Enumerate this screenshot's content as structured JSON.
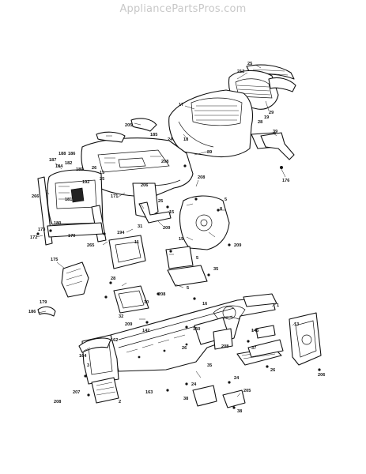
{
  "watermark": "AppliancePartsPros.com",
  "callouts": [
    {
      "id": "c25",
      "label": "25"
    },
    {
      "id": "c212",
      "label": "212"
    },
    {
      "id": "c17",
      "label": "17"
    },
    {
      "id": "c29",
      "label": "29"
    },
    {
      "id": "c19",
      "label": "19"
    },
    {
      "id": "c28",
      "label": "28"
    },
    {
      "id": "c39",
      "label": "39"
    },
    {
      "id": "c176",
      "label": "176"
    },
    {
      "id": "c18",
      "label": "18"
    },
    {
      "id": "c89",
      "label": "89"
    },
    {
      "id": "c205",
      "label": "205"
    },
    {
      "id": "c185",
      "label": "185"
    },
    {
      "id": "c24a",
      "label": "24"
    },
    {
      "id": "c188",
      "label": "188"
    },
    {
      "id": "c186",
      "label": "186"
    },
    {
      "id": "c187",
      "label": "187"
    },
    {
      "id": "c184",
      "label": "184"
    },
    {
      "id": "c182",
      "label": "182"
    },
    {
      "id": "c189",
      "label": "189"
    },
    {
      "id": "c26",
      "label": "26"
    },
    {
      "id": "c15a",
      "label": "15"
    },
    {
      "id": "c208a",
      "label": "208"
    },
    {
      "id": "c192",
      "label": "192"
    },
    {
      "id": "c25b",
      "label": "25"
    },
    {
      "id": "c266",
      "label": "266"
    },
    {
      "id": "c181",
      "label": "181"
    },
    {
      "id": "c171",
      "label": "171"
    },
    {
      "id": "c206",
      "label": "206"
    },
    {
      "id": "c25c",
      "label": "25"
    },
    {
      "id": "c208b",
      "label": "208"
    },
    {
      "id": "c15b",
      "label": "15"
    },
    {
      "id": "c8",
      "label": "8"
    },
    {
      "id": "c5",
      "label": "5"
    },
    {
      "id": "c173",
      "label": "173"
    },
    {
      "id": "c180",
      "label": "180"
    },
    {
      "id": "c172",
      "label": "172"
    },
    {
      "id": "c170",
      "label": "170"
    },
    {
      "id": "c31",
      "label": "31"
    },
    {
      "id": "c209a",
      "label": "209"
    },
    {
      "id": "c194",
      "label": "194"
    },
    {
      "id": "c11",
      "label": "11"
    },
    {
      "id": "c265",
      "label": "265"
    },
    {
      "id": "c15c",
      "label": "15"
    },
    {
      "id": "c209b",
      "label": "209"
    },
    {
      "id": "c5b",
      "label": "5"
    },
    {
      "id": "c175",
      "label": "175"
    },
    {
      "id": "c28b",
      "label": "28"
    },
    {
      "id": "c35a",
      "label": "35"
    },
    {
      "id": "c208c",
      "label": "208"
    },
    {
      "id": "c16",
      "label": "16"
    },
    {
      "id": "c5c",
      "label": "5"
    },
    {
      "id": "c179",
      "label": "179"
    },
    {
      "id": "c186b",
      "label": "186"
    },
    {
      "id": "c10",
      "label": "10"
    },
    {
      "id": "c32",
      "label": "32"
    },
    {
      "id": "c209c",
      "label": "209"
    },
    {
      "id": "c142",
      "label": "142"
    },
    {
      "id": "c13",
      "label": "13"
    },
    {
      "id": "c145",
      "label": "145"
    },
    {
      "id": "c37",
      "label": "37"
    },
    {
      "id": "c208d",
      "label": "208"
    },
    {
      "id": "c162",
      "label": "162"
    },
    {
      "id": "c164",
      "label": "164"
    },
    {
      "id": "c26b",
      "label": "26"
    },
    {
      "id": "c35b",
      "label": "35"
    },
    {
      "id": "c3",
      "label": "3"
    },
    {
      "id": "c24b",
      "label": "24"
    },
    {
      "id": "c26c",
      "label": "26"
    },
    {
      "id": "c206b",
      "label": "206"
    },
    {
      "id": "c207",
      "label": "207"
    },
    {
      "id": "c2",
      "label": "2"
    },
    {
      "id": "c163",
      "label": "163"
    },
    {
      "id": "c24c",
      "label": "24"
    },
    {
      "id": "c38a",
      "label": "38"
    },
    {
      "id": "c205b",
      "label": "205"
    },
    {
      "id": "c38b",
      "label": "38"
    },
    {
      "id": "c208e",
      "label": "208"
    },
    {
      "id": "c1",
      "label": "1"
    },
    {
      "id": "c150",
      "label": "150"
    }
  ]
}
